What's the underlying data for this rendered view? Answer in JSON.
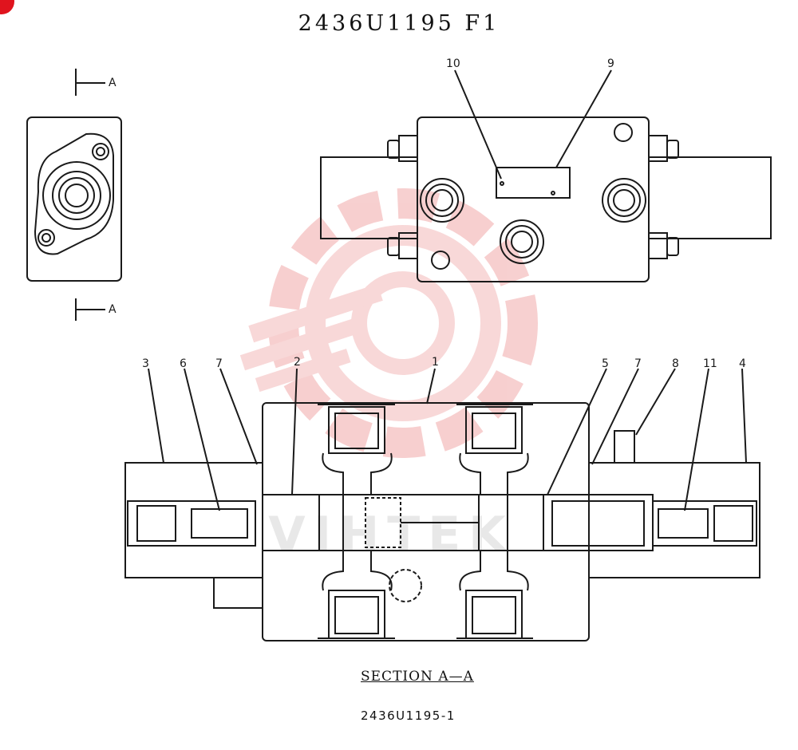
{
  "drawing_title": "2436U1195 F1",
  "section_label": "SECTION A—A",
  "part_number": "2436U1195-1",
  "watermark_text": "VIHTEK",
  "view_marker_top": "A",
  "view_marker_bottom": "A",
  "top_view_callouts": [
    "10",
    "9"
  ],
  "section_callouts": [
    "3",
    "6",
    "7",
    "2",
    "1",
    "5",
    "7",
    "8",
    "11",
    "4"
  ],
  "colors": {
    "ink": "#1a1a1a",
    "watermark": "#f3b9b9",
    "corner_dot": "#e0141e"
  }
}
